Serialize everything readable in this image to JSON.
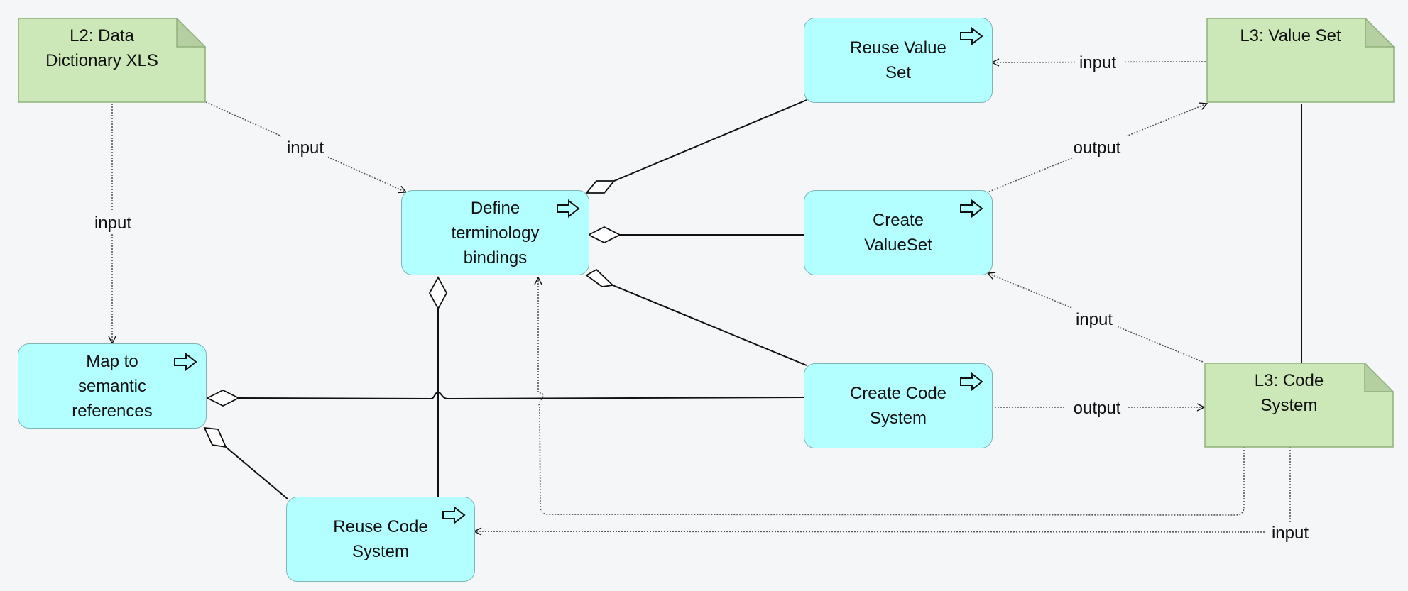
{
  "colors": {
    "background": "#f4f6f8",
    "process_fill": "#b3ffff",
    "process_border": "#7fb5b5",
    "artifact_fill": "#cce8b8",
    "artifact_border": "#8fb07a",
    "line": "#111111"
  },
  "nodes": {
    "l2_data_dictionary": {
      "label": "L2: Data\nDictionary XLS",
      "kind": "artifact"
    },
    "l3_value_set": {
      "label": "L3: Value Set",
      "kind": "artifact"
    },
    "l3_code_system": {
      "label": "L3: Code\nSystem",
      "kind": "artifact"
    },
    "reuse_value_set": {
      "label": "Reuse Value\nSet",
      "kind": "process",
      "icon": "process-arrow-icon"
    },
    "define_terminology_bindings": {
      "label": "Define\nterminology\nbindings",
      "kind": "process",
      "icon": "process-arrow-icon"
    },
    "create_valueset": {
      "label": "Create\nValueSet",
      "kind": "process",
      "icon": "process-arrow-icon"
    },
    "map_to_semantic_references": {
      "label": "Map to\nsemantic\nreferences",
      "kind": "process",
      "icon": "process-arrow-icon"
    },
    "create_code_system": {
      "label": "Create Code\nSystem",
      "kind": "process",
      "icon": "process-arrow-icon"
    },
    "reuse_code_system": {
      "label": "Reuse Code\nSystem",
      "kind": "process",
      "icon": "process-arrow-icon"
    }
  },
  "edges": {
    "l2_to_define": {
      "label": "input",
      "type": "flow"
    },
    "l2_to_map": {
      "label": "input",
      "type": "flow"
    },
    "valueset_to_reuse": {
      "label": "input",
      "type": "flow"
    },
    "create_valueset_to_l3vs": {
      "label": "output",
      "type": "flow"
    },
    "codesystem_to_create_valueset": {
      "label": "input",
      "type": "flow"
    },
    "create_codesystem_to_l3cs": {
      "label": "output",
      "type": "flow"
    },
    "codesystem_to_reuse_codesystem": {
      "label": "input",
      "type": "flow"
    },
    "codesystem_to_define": {
      "type": "flow"
    },
    "reuse_valueset_part_of_define": {
      "type": "aggregation"
    },
    "create_valueset_part_of_define": {
      "type": "aggregation"
    },
    "create_codesystem_part_of_define": {
      "type": "aggregation"
    },
    "reuse_codesystem_part_of_define": {
      "type": "aggregation"
    },
    "create_codesystem_part_of_map": {
      "type": "aggregation"
    },
    "reuse_codesystem_part_of_map": {
      "type": "aggregation"
    },
    "valueset_codesystem_association": {
      "type": "association"
    }
  }
}
